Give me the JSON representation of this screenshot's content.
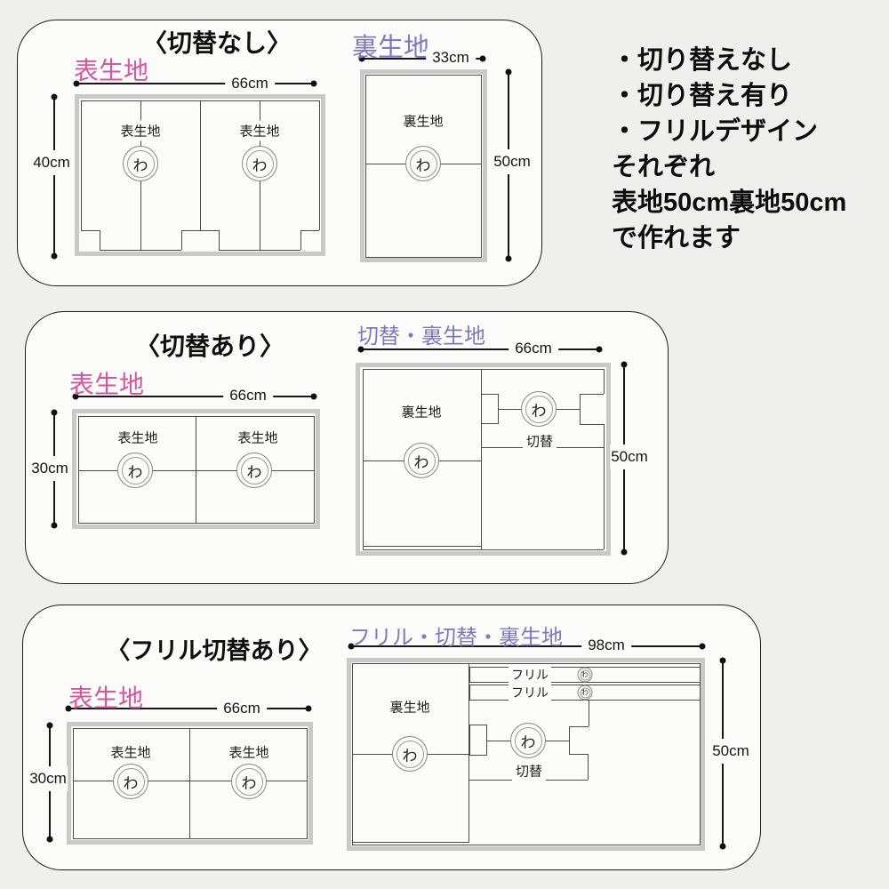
{
  "fold_mark": "わ",
  "colors": {
    "fabric_label": "#d6569c",
    "lining_label": "#7d7bbe",
    "background": "#efefed",
    "panel": "#fbfbfa"
  },
  "notes": {
    "lines": [
      "・切り替えなし",
      "・切り替え有り",
      "・フリルデザイン",
      "それぞれ",
      "表地50cm裏地50cm",
      "で作れます"
    ]
  },
  "p1": {
    "title": "〈切替なし〉",
    "fabric_label": "表生地",
    "fabric_width": "66cm",
    "fabric_height": "40cm",
    "fabric_piece_label": "表生地",
    "lining_label": "裏生地",
    "lining_width": "33cm",
    "lining_height": "50cm",
    "lining_piece_label": "裏生地"
  },
  "p2": {
    "title": "〈切替あり〉",
    "fabric_label": "表生地",
    "fabric_width": "66cm",
    "fabric_height": "30cm",
    "fabric_piece_label": "表生地",
    "lining_label": "切替・裏生地",
    "lining_width": "66cm",
    "lining_height": "50cm",
    "lining_piece_label": "裏生地",
    "switch_label": "切替"
  },
  "p3": {
    "title": "〈フリル切替あり〉",
    "fabric_label": "表生地",
    "fabric_width": "66cm",
    "fabric_height": "30cm",
    "fabric_piece_label": "表生地",
    "lining_label": "フリル・切替・裏生地",
    "lining_width": "98cm",
    "lining_height": "50cm",
    "lining_piece_label": "裏生地",
    "switch_label": "切替",
    "frill_label": "フリル"
  }
}
